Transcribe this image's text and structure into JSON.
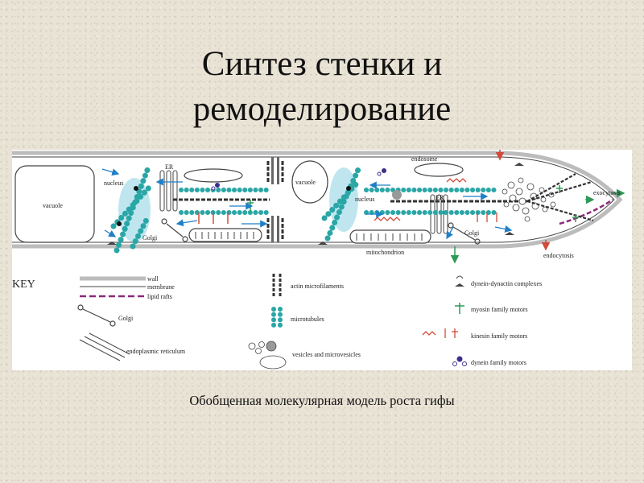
{
  "slide": {
    "title_line1": "Синтез стенки и",
    "title_line2": "ремоделирование",
    "caption": "Обобщенная молекулярная модель роста гифы"
  },
  "diagram": {
    "labels": {
      "vacuole1": "vacuole",
      "vacuole2": "vacuole",
      "nucleus1": "nucleus",
      "nucleus2": "nucleus",
      "er1": "ER",
      "er2": "ER",
      "golgi1": "Golgi",
      "golgi2": "Golgi",
      "endosome": "endosome",
      "mitochondrion": "mitochondrion",
      "exocytosis": "exocytosis",
      "endocytosis": "endocytosis"
    },
    "key": {
      "heading": "KEY",
      "wall": "wall",
      "membrane": "membrane",
      "lipid_rafts": "lipid rafts",
      "golgi": "Golgi",
      "er": "endoplasmic reticulum",
      "actin": "actin microfilaments",
      "microtubules": "microtubules",
      "vesicles": "vesicles and microvesicles",
      "dynein_dynactin": "dynein-dynactin complexes",
      "myosin": "myosin family motors",
      "kinesin": "kinesin family motors",
      "dynein": "dynein family motors"
    },
    "colors": {
      "wall": "#bcbcbc",
      "microtubule": "#2aa6a6",
      "actin": "#333333",
      "lipid_raft": "#8a2a7a",
      "kinesin": "#d24a3a",
      "myosin": "#2f9a58",
      "dynein": "#3a2f8a",
      "arrow": "#1f7fc8",
      "nucleus_fill": "#bfe6ef"
    }
  }
}
